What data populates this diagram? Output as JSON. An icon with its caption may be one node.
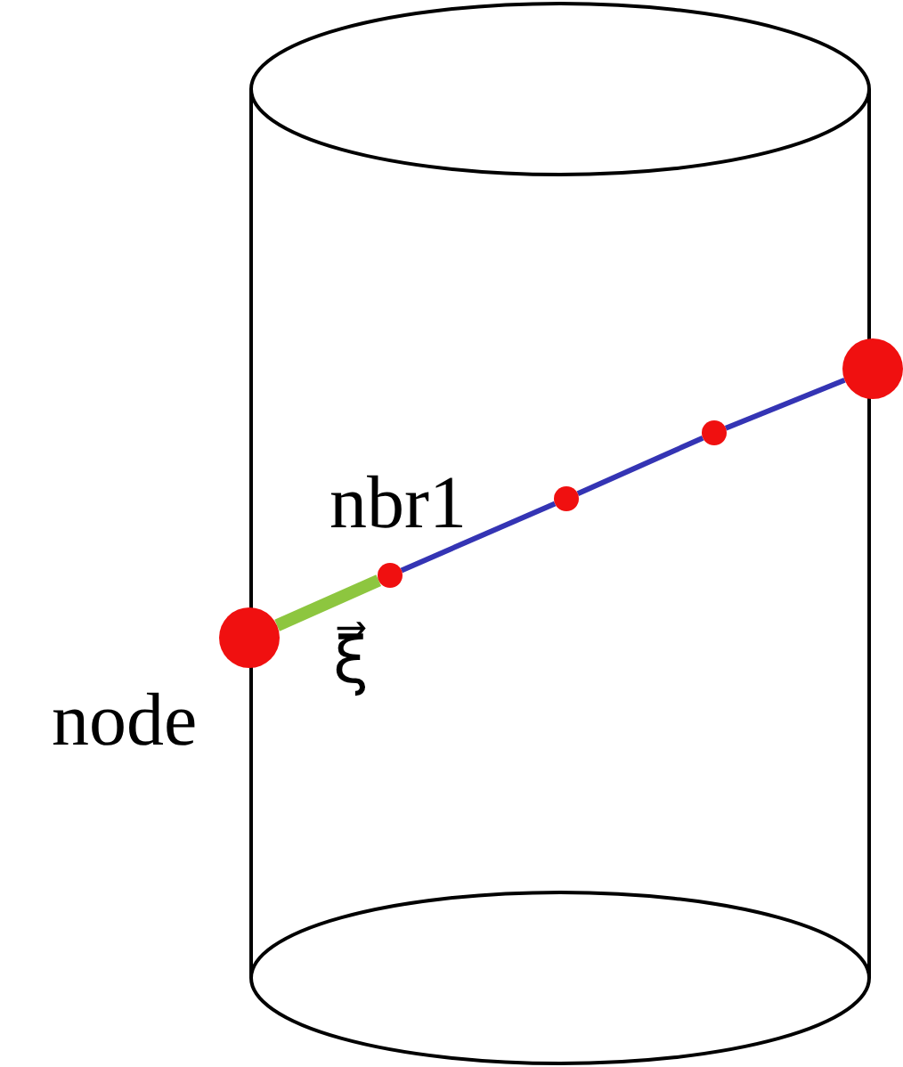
{
  "diagram": {
    "nodes": [
      {
        "text": [],
        "shape": "circle",
        "beside": [
          "node"
        ]
      },
      {
        "text": [],
        "shape": "circle",
        "beside": [
          "nbr1"
        ]
      },
      {
        "text": [],
        "shape": "circle"
      },
      {
        "text": [],
        "shape": "circle"
      },
      {
        "text": [],
        "shape": "circle"
      }
    ],
    "edges": [
      {
        "from": 0,
        "to": 1,
        "arrow": "none",
        "label": "ξ⃗",
        "style": "thick",
        "color": "#8dc63f"
      },
      {
        "from": 1,
        "to": 2,
        "arrow": "none"
      },
      {
        "from": 2,
        "to": 3,
        "arrow": "none"
      },
      {
        "from": 3,
        "to": 4,
        "arrow": "none"
      }
    ]
  }
}
